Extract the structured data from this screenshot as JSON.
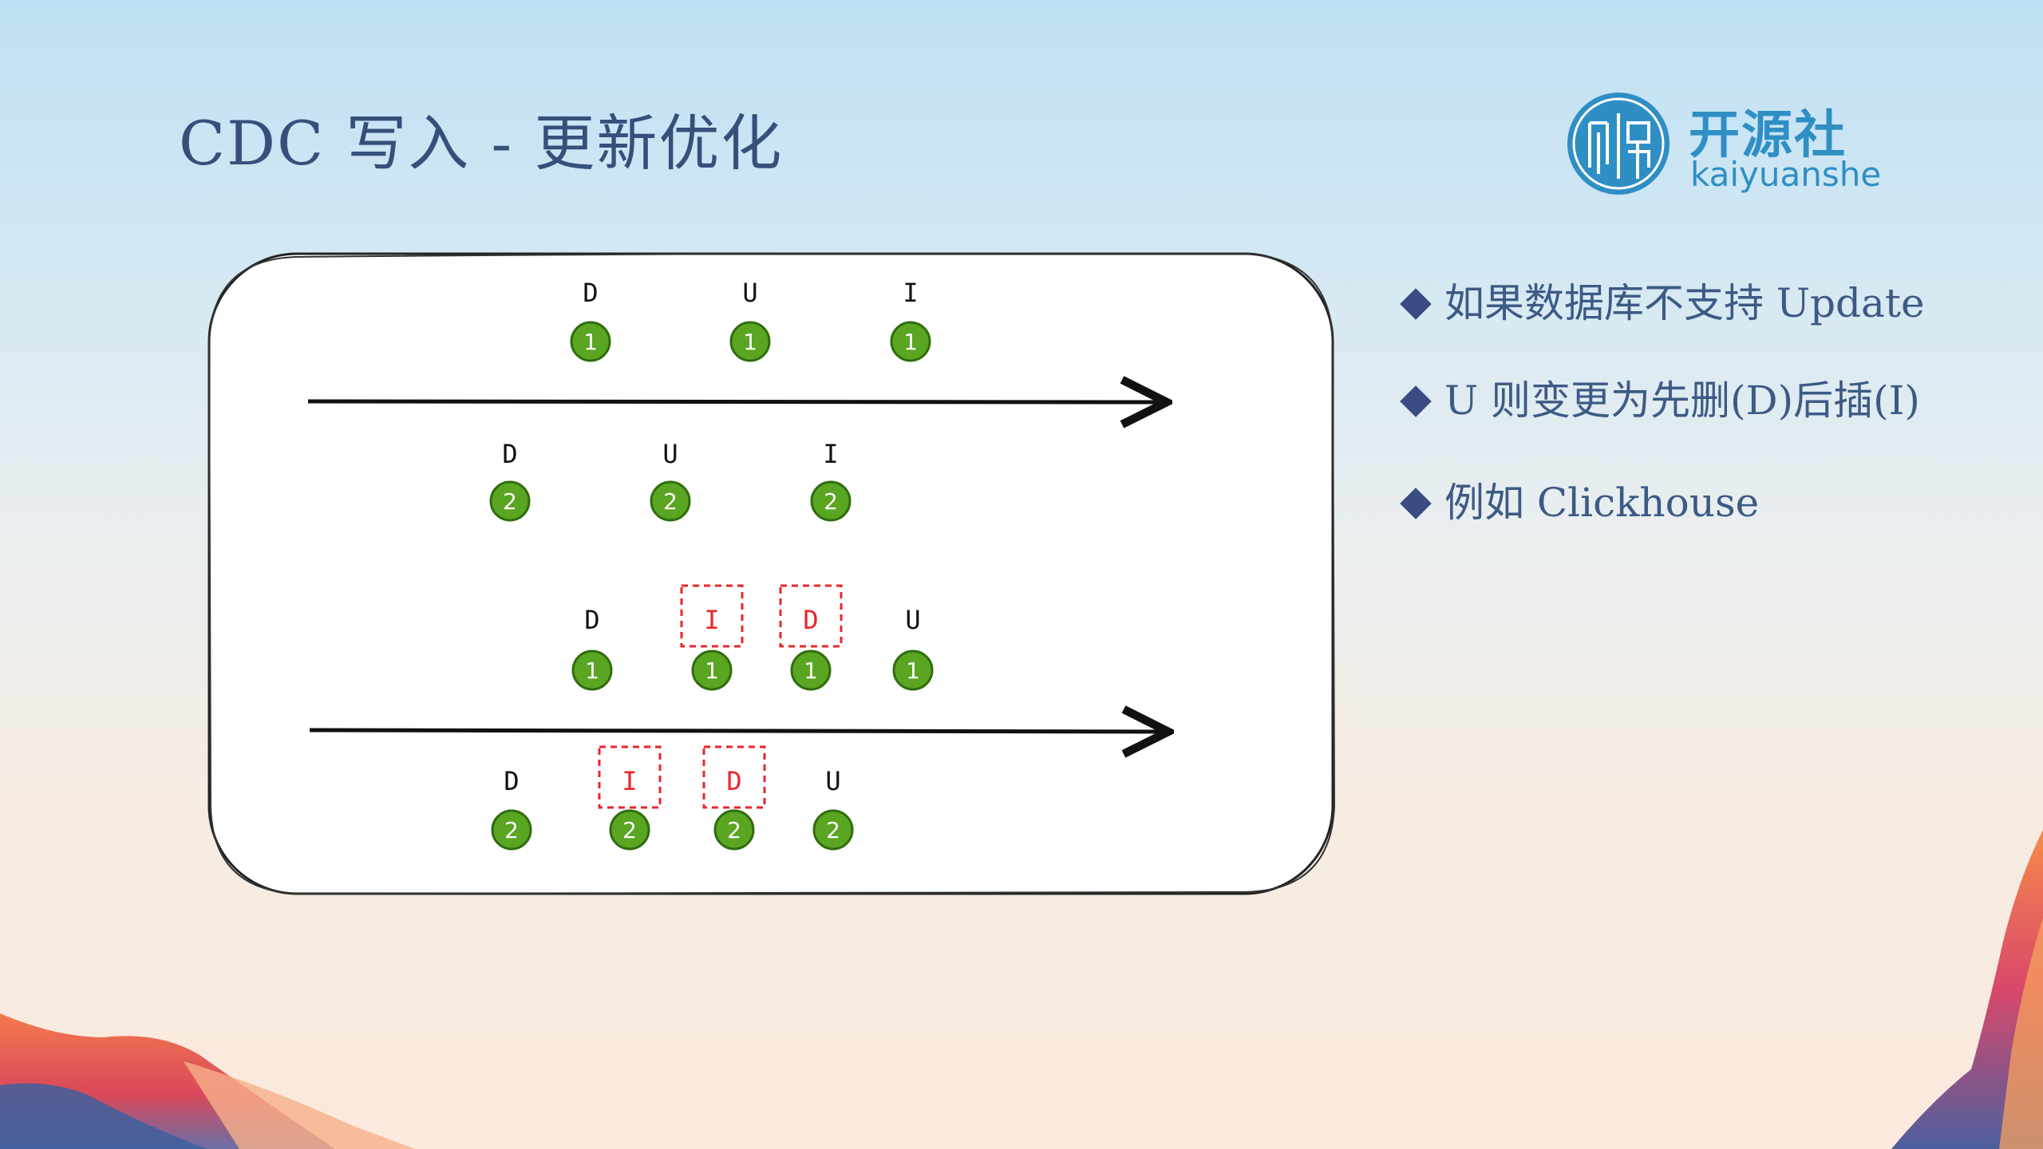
{
  "slide": {
    "title": "CDC 写入 - 更新优化",
    "logo": {
      "name_cn": "开源社",
      "name_en": "kaiyuanshe"
    }
  },
  "diagram": {
    "top": {
      "row1": [
        {
          "op": "D",
          "num": "1"
        },
        {
          "op": "U",
          "num": "1"
        },
        {
          "op": "I",
          "num": "1"
        }
      ],
      "row2": [
        {
          "op": "D",
          "num": "2"
        },
        {
          "op": "U",
          "num": "2"
        },
        {
          "op": "I",
          "num": "2"
        }
      ]
    },
    "bottom": {
      "row1": [
        {
          "op": "D",
          "num": "1",
          "highlight": false
        },
        {
          "op": "I",
          "num": "1",
          "highlight": true
        },
        {
          "op": "D",
          "num": "1",
          "highlight": true
        },
        {
          "op": "U",
          "num": "1",
          "highlight": false
        }
      ],
      "row2": [
        {
          "op": "D",
          "num": "2",
          "highlight": false
        },
        {
          "op": "I",
          "num": "2",
          "highlight": true
        },
        {
          "op": "D",
          "num": "2",
          "highlight": true
        },
        {
          "op": "U",
          "num": "2",
          "highlight": false
        }
      ]
    }
  },
  "bullets": [
    "如果数据库不支持 Update",
    "U 则变更为先删(D)后插(I)",
    "例如 Clickhouse"
  ],
  "colors": {
    "title": "#35507a",
    "circle_fill": "#5aa521",
    "circle_stroke": "#2f6d0e",
    "highlight": "#e8262b",
    "bullet_marker": "#3b4c84",
    "logo": "#2f8fc4"
  }
}
